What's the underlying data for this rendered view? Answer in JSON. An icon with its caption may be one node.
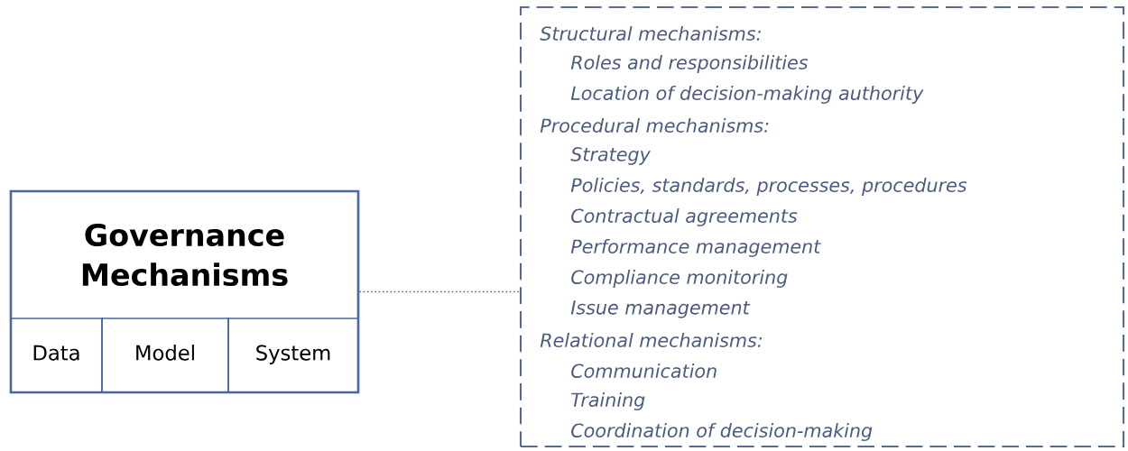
{
  "diagram": {
    "nodes": [
      {
        "text": [
          "Governance Mechanisms"
        ]
      },
      {
        "text": [
          "Data"
        ],
        "in": 0
      },
      {
        "text": [
          "Model"
        ],
        "in": 0
      },
      {
        "text": [
          "System"
        ],
        "in": 0
      },
      {
        "text": [
          "Structural mechanisms:",
          "Roles and responsibilities",
          "Location of decision-making authority",
          "Procedural mechanisms:",
          "Strategy",
          "Policies, standards, processes, procedures",
          "Contractual agreements",
          "Performance management",
          "Compliance monitoring",
          "Issue management",
          "Relational mechanisms:",
          "Communication",
          "Training",
          "Coordination of decision-making"
        ]
      }
    ],
    "edges": [
      {
        "from": 0,
        "to": 4,
        "arrow": "none",
        "style": "dashed"
      }
    ]
  }
}
